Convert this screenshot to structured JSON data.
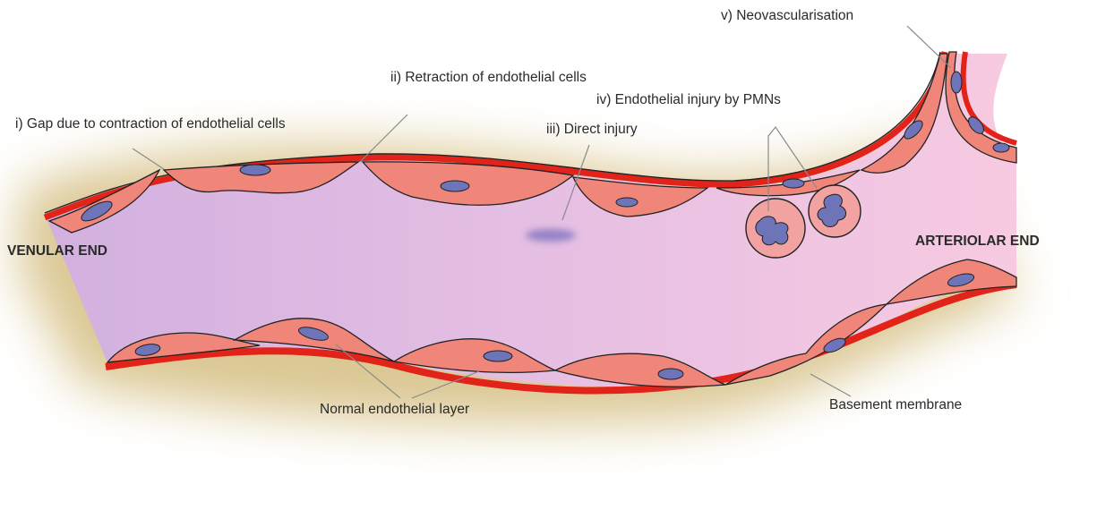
{
  "labels": {
    "gap": "i) Gap due to contraction of endothelial cells",
    "retraction": "ii) Retraction of endothelial cells",
    "direct_injury": "iii) Direct injury",
    "pmn_injury": "iv) Endothelial injury by PMNs",
    "neovascularisation": "v) Neovascularisation",
    "normal_layer": "Normal endothelial layer",
    "basement_membrane": "Basement membrane"
  },
  "ends": {
    "venular": "VENULAR END",
    "arteriolar": "ARTERIOLAR END"
  },
  "colors": {
    "lumen_left": "#d4b2e0",
    "lumen_right": "#f6c8e0",
    "endothelium": "#f0857a",
    "basement_membrane": "#e2231a",
    "nucleus": "#6e74b8",
    "tissue": "#d8c590"
  }
}
